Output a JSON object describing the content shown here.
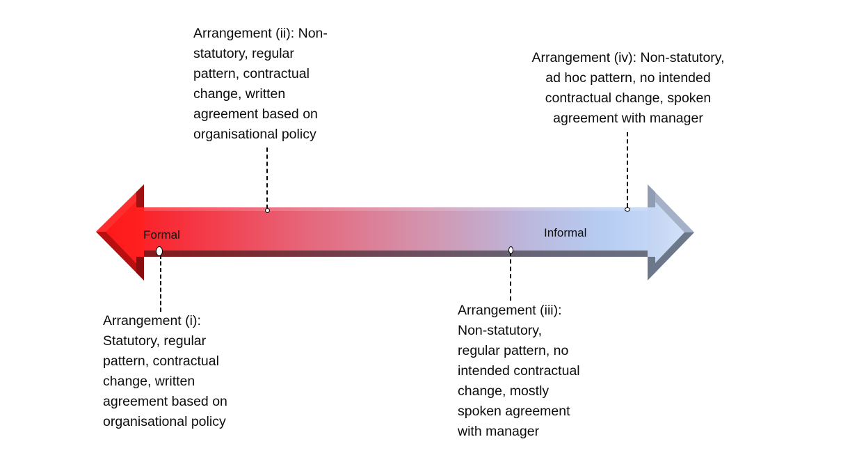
{
  "diagram": {
    "type": "bidirectional-continuum-arrow",
    "colors": {
      "formal_end": "#ff1a1a",
      "mid": "#cc9bb8",
      "informal_end": "#c7d9f7",
      "shaft_shadow_left": "#7a1a1a",
      "shaft_shadow_right": "#6e7a8e",
      "connector": "#000000"
    },
    "poles": {
      "left": "Formal",
      "right": "Informal"
    },
    "arrangements": [
      {
        "id": "i",
        "text": "Arrangement (i):\nStatutory, regular\npattern, contractual\nchange, written\nagreement based on\norganisational policy",
        "position": "below",
        "align": "left"
      },
      {
        "id": "ii",
        "text": "Arrangement (ii): Non-\nstatutory, regular\npattern, contractual\nchange, written\nagreement based on\norganisational policy",
        "position": "above",
        "align": "left"
      },
      {
        "id": "iii",
        "text": "Arrangement (iii):\nNon-statutory,\nregular pattern, no\nintended contractual\nchange, mostly\nspoken agreement\nwith manager",
        "position": "below",
        "align": "left"
      },
      {
        "id": "iv",
        "text": "Arrangement (iv): Non-statutory,\nad hoc pattern, no intended\ncontractual change, spoken\nagreement with manager",
        "position": "above",
        "align": "center"
      }
    ]
  }
}
